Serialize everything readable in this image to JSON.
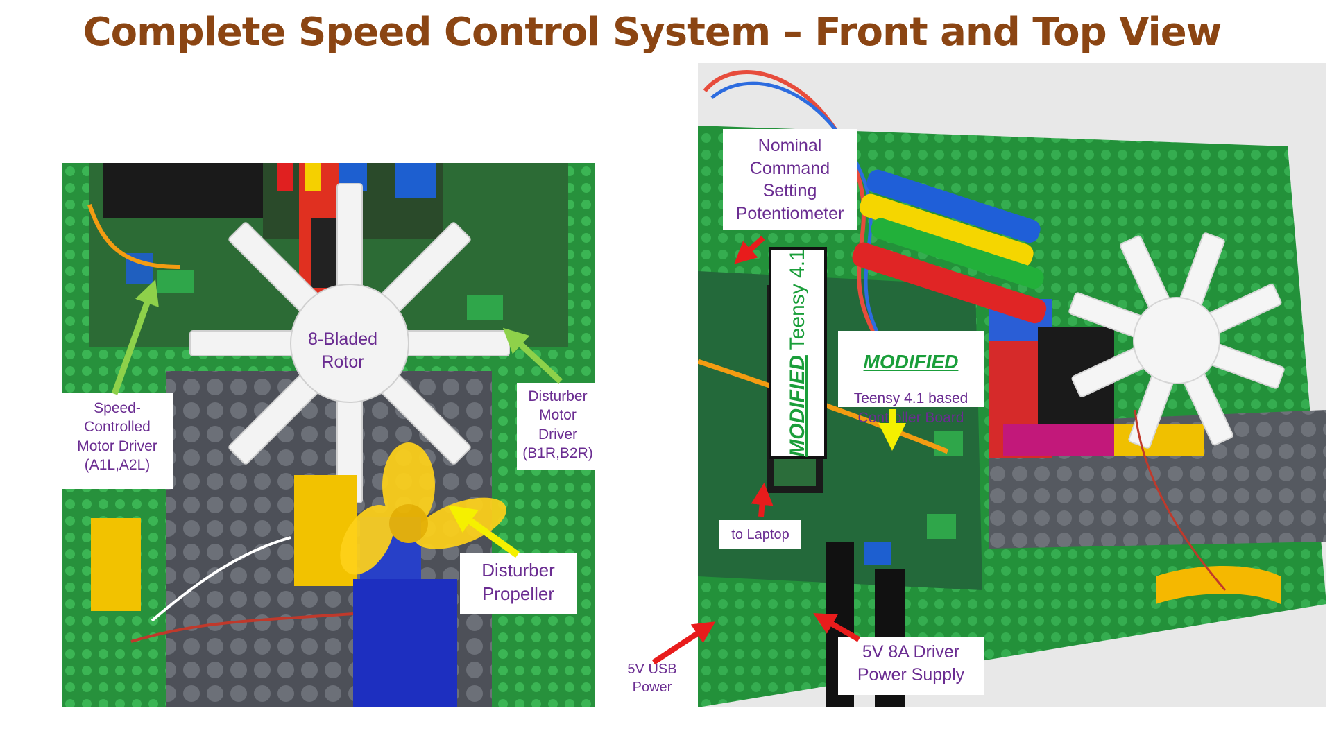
{
  "title": "Complete Speed Control System – Front and Top View",
  "colors": {
    "title": "#8B4513",
    "label_text": "#6A2C91",
    "modified_text": "#1a9e3a",
    "arrow_green": "#8ed14a",
    "arrow_yellow": "#f5f000",
    "arrow_red": "#e81c1c",
    "lego_green": "#1f9e3a",
    "lego_gray": "#5d6068"
  },
  "front_view": {
    "rotor_label": "8-Bladed\nRotor",
    "speed_driver_label": "Speed-\nControlled\nMotor Driver\n(A1L,A2L)",
    "disturber_driver_label": "Disturber\nMotor\nDriver\n(B1R,B2R)",
    "propeller_label": "Disturber\nPropeller"
  },
  "top_view": {
    "potentiometer_label": "Nominal\nCommand\nSetting\nPotentiometer",
    "teensy_vertical_modified": "MODIFIED",
    "teensy_vertical_rest": " Teensy 4.1",
    "board_modified": "MODIFIED",
    "board_label": "Teensy 4.1 based\nController Board",
    "laptop_label": "to Laptop",
    "usb_power_label": "5V USB\nPower",
    "driver_supply_label": "5V 8A Driver\nPower Supply"
  }
}
